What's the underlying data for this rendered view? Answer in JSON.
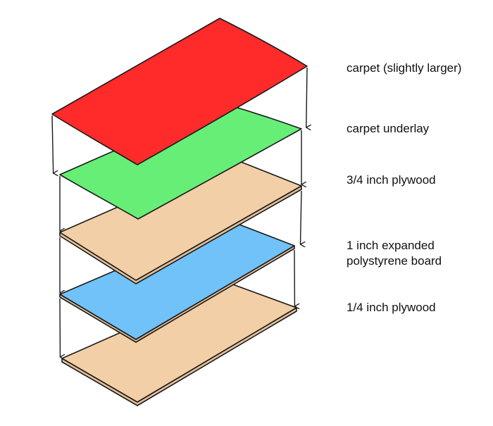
{
  "layers": [
    {
      "name": "carpet",
      "label": "carpet (slightly larger)",
      "color": "#ff2a2a"
    },
    {
      "name": "carpet-underlay",
      "label": "carpet underlay",
      "color": "#66ee77"
    },
    {
      "name": "plywood-3-4",
      "label": "3/4 inch plywood",
      "color": "#f2cfa6"
    },
    {
      "name": "polystyrene-board",
      "label": "1 inch expanded polystyrene board",
      "color": "#71c2f8"
    },
    {
      "name": "plywood-1-4",
      "label": "1/4 inch plywood",
      "color": "#f2cfa6"
    }
  ],
  "stroke_color": "#1a1a1a"
}
